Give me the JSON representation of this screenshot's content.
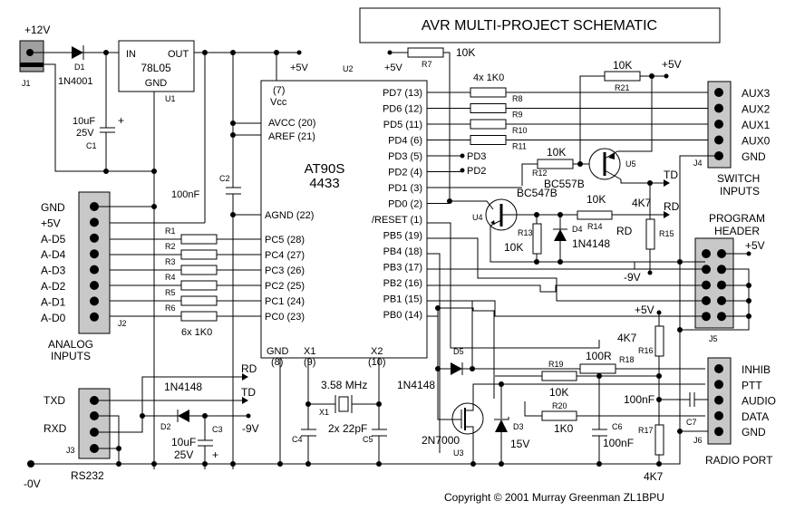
{
  "title": "AVR MULTI-PROJECT SCHEMATIC",
  "copyright": "Copyright © 2001 Murray Greenman ZL1BPU",
  "power": {
    "plus12v": "+12V",
    "plus5v": "+5V",
    "minus9v": "-9V",
    "zero_v": "-0V"
  },
  "regulator": {
    "ref": "U1",
    "part": "78L05",
    "in": "IN",
    "out": "OUT",
    "gnd": "GND"
  },
  "mcu": {
    "ref": "U2",
    "part_line1": "AT90S",
    "part_line2": "4433",
    "vcc_pin": "(7)",
    "vcc": "Vcc",
    "avcc": "AVCC (20)",
    "aref": "AREF (21)",
    "agnd": "AGND (22)",
    "gnd": "GND",
    "gnd_pin": "(8)",
    "x1": "X1",
    "x1_pin": "(9)",
    "x2": "X2",
    "x2_pin": "(10)",
    "left_pins": [
      "PC5 (28)",
      "PC4 (27)",
      "PC3 (26)",
      "PC2 (25)",
      "PC1 (24)",
      "PC0 (23)"
    ],
    "right_pins": [
      "PD7 (13)",
      "PD6 (12)",
      "PD5 (11)",
      "PD4 (6)",
      "PD3 (5)",
      "PD2 (4)",
      "PD1 (3)",
      "PD0 (2)",
      "/RESET (1)",
      "PB5 (19)",
      "PB4 (18)",
      "PB3 (17)",
      "PB2 (16)",
      "PB1 (15)",
      "PB0 (14)"
    ]
  },
  "components": {
    "J1": "J1",
    "D1": "D1",
    "D1_part": "1N4001",
    "C1": "C1",
    "C1_val1": "10uF",
    "C1_val2": "25V",
    "plus": "+",
    "C2": "C2",
    "C2_val": "100nF",
    "R_analog": [
      "R1",
      "R2",
      "R3",
      "R4",
      "R5",
      "R6"
    ],
    "R_analog_val": "6x 1K0",
    "R7": "R7",
    "R7_val": "10K",
    "R_aux": [
      "R8",
      "R9",
      "R10",
      "R11"
    ],
    "R_aux_val": "4x 1K0",
    "PD3_label": "PD3",
    "PD2_label": "PD2",
    "R21": "R21",
    "R21_val": "10K",
    "R12": "R12",
    "R12_val": "10K",
    "U5": "U5",
    "U5_part": "BC557B",
    "U4": "U4",
    "U4_part": "BC547B",
    "R13": "R13",
    "R13_val": "10K",
    "D4": "D4",
    "D4_part": "1N4148",
    "R14": "R14",
    "R14_val": "10K",
    "R15": "R15",
    "R15_val": "4K7",
    "TD": "TD",
    "RD": "RD",
    "D2": "D2",
    "D2_part": "1N4148",
    "C3": "C3",
    "C3_val1": "10uF",
    "C3_val2": "25V",
    "X1": "X1",
    "X1_val": "3.58 MHz",
    "C4": "C4",
    "C5": "C5",
    "C45_val": "2x 22pF",
    "D5": "D5",
    "D5_part": "1N4148",
    "U3": "U3",
    "U3_part": "2N7000",
    "D3": "D3",
    "D3_val": "15V",
    "R19": "R19",
    "R19_val": "10K",
    "R18": "R18",
    "R18_val": "100R",
    "R20": "R20",
    "R20_val": "1K0",
    "C6": "C6",
    "C6_val": "100nF",
    "R16": "R16",
    "R16_val": "4K7",
    "R17": "R17",
    "R17_val": "4K7",
    "C7": "C7",
    "C7_val": "100nF"
  },
  "connectors": {
    "J2": {
      "ref": "J2",
      "title1": "ANALOG",
      "title2": "INPUTS",
      "pins": [
        "GND",
        "+5V",
        "A-D5",
        "A-D4",
        "A-D3",
        "A-D2",
        "A-D1",
        "A-D0"
      ]
    },
    "J3": {
      "ref": "J3",
      "title": "RS232",
      "pins": [
        "TXD",
        "RXD"
      ]
    },
    "J4": {
      "ref": "J4",
      "title1": "SWITCH",
      "title2": "INPUTS",
      "pins": [
        "AUX3",
        "AUX2",
        "AUX1",
        "AUX0",
        "GND"
      ]
    },
    "J5": {
      "ref": "J5",
      "title1": "PROGRAM",
      "title2": "HEADER",
      "plus5v": "+5V"
    },
    "J6": {
      "ref": "J6",
      "title": "RADIO PORT",
      "pins": [
        "INHIB",
        "PTT",
        "AUDIO",
        "DATA",
        "GND"
      ]
    }
  }
}
